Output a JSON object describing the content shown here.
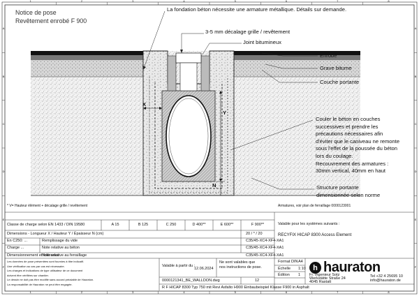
{
  "title": {
    "line1": "Notice de pose",
    "line2": "Revêtement enrobé F 900"
  },
  "annotations": {
    "foundation": "La fondation béton nécessite une armature métallique. Détails sur demande.",
    "offset": "3-5 mm décalage grille / revêtement",
    "joint": "Joint bitumineux",
    "enrobe": "Enrobé",
    "grave": "Grave bitume",
    "couche": "Couche portante",
    "concrete_note": [
      "Couler le béton en couches",
      "successives et prendre les",
      "précautions nécessaires afin",
      "d'éviter que le caniveau ne remonte",
      "sous l'effet de la poussée du béton",
      "lors du coulage.",
      "Recouvrement des armatures :",
      "30mm vertical, 40mm en haut"
    ],
    "structure": [
      "Structure portante",
      "dimensionnée selon norme"
    ],
    "dim_x": "X",
    "dim_y": "Y",
    "dim_n": "N"
  },
  "notes": {
    "height_note": "* V= Hauteur élément + décalage grille / revêtement",
    "armature_note": "Armatures, voir plan de ferraillage 0000123001"
  },
  "table": {
    "head_left": "Classe de charge selon EN 1433 / DIN 19580",
    "classes": [
      "A 15",
      "B 125",
      "C 250",
      "D 400**",
      "E 600**",
      "F 900**"
    ],
    "rows": [
      {
        "label": "Dimensions - Longueur X / Hauteur Y / Épaisseur N (cm)",
        "value": "20 / * / 20"
      },
      {
        "label": "En C250: ...",
        "mid": "Remplissage du vide",
        "value": "C35/45-XC4-XF4-XA1 "
      },
      {
        "label": "Charge ...",
        "mid": "Note relative au béton",
        "value": "C35/45-XC4-XF4-XA1"
      },
      {
        "label": "Dimensionnement et tolérance",
        "mid": "Note relative au ferraillage",
        "value": "C35/45-XC4-XF4-XA1"
      }
    ],
    "valid_for": "Valable pour les systèmes suivants :",
    "system": "RECYFIX HICAP 8300 Access Element"
  },
  "footer": {
    "disclaimer": [
      "Les données de pose présentées sont fournies à titre indicatif.",
      "Une vérification au cas par cas est nécessaire.",
      "Les charges et indications de type utilisateur de ce document",
      "doivent être vérifiées sur chantier.",
      "Le dessin ne doit pas être modifié sans accord préalable de Hauraton.",
      "La responsabilité de Hauraton ne peut être engagée."
    ],
    "valid_from_label": "Valable à partir du :",
    "valid_from": "12.06.2024",
    "not_valid": "Ne sont valables que",
    "not_valid2": "nos instructions de pose.",
    "drawing_no": "0000121341_BE_WALLDON.dwg",
    "sheet_no": "12",
    "title_line": "R F HICAP 8300 Typ 750 mit Revi Asfalto H900 Einbaubeispiel Klasse F900 in Asphalt",
    "format_label": "Format DIN",
    "format": "A4",
    "scale_label": "Échelle",
    "scale": "1:10",
    "edition_label": "Édition",
    "edition": "1"
  },
  "company": {
    "name": "hauraton",
    "addr1": "Fr. Ingenieur Sotz",
    "addr2": "Werkstätte Straße 24",
    "addr3": "4045 Rastatt",
    "tel": "Tel +32 4 25695 10",
    "email": "info@hauraton.de"
  },
  "frame": {
    "cols": [
      "1",
      "2",
      "3",
      "4",
      "5",
      "6",
      "7",
      "8"
    ],
    "rows": [
      "A",
      "B",
      "C",
      "D",
      "E",
      "F"
    ]
  }
}
